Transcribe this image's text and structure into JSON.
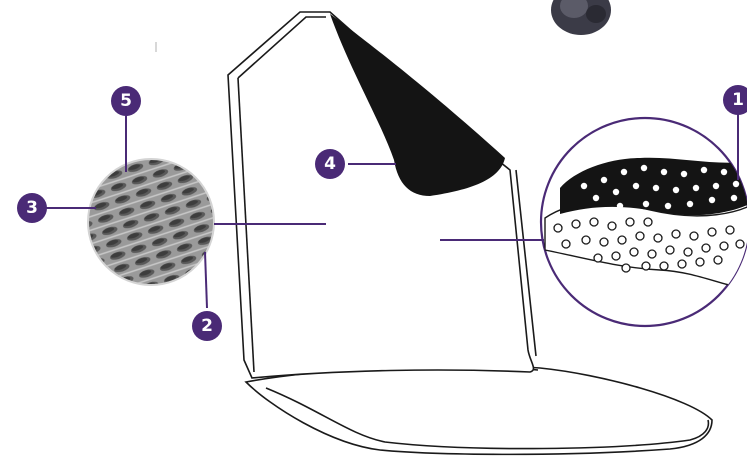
{
  "colors": {
    "accent": "#4a2a76",
    "outline": "#1a1a1a",
    "mesh": "#8e8e8e",
    "foam_black": "#141414"
  },
  "callouts": [
    {
      "id": "1",
      "label": "1"
    },
    {
      "id": "2",
      "label": "2"
    },
    {
      "id": "3",
      "label": "3"
    },
    {
      "id": "4",
      "label": "4"
    },
    {
      "id": "5",
      "label": "5"
    }
  ]
}
